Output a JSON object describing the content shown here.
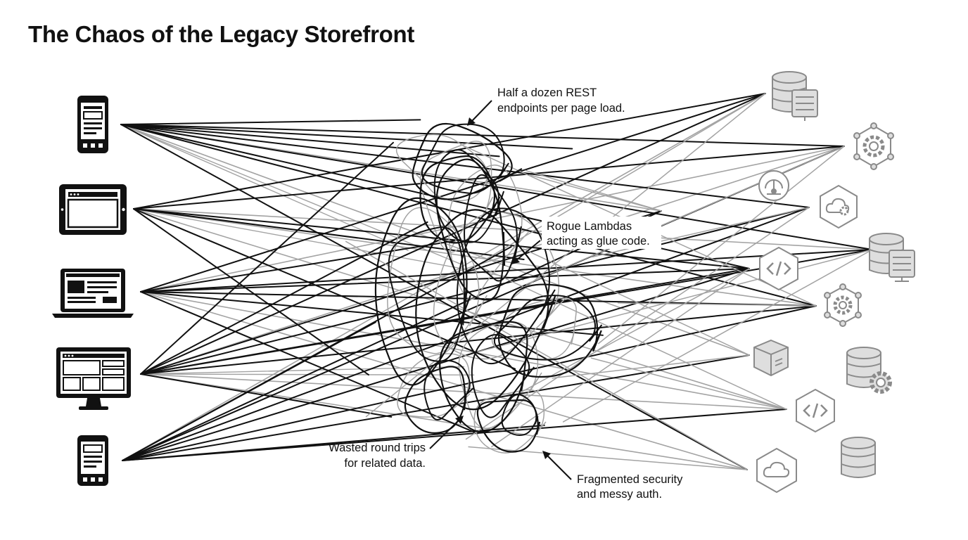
{
  "title": "The Chaos of the Legacy Storefront",
  "annotations": {
    "rest": [
      "Half a dozen REST",
      "endpoints per page load."
    ],
    "lambdas": [
      "Rogue Lambdas",
      "acting as glue code."
    ],
    "round_trips": [
      "Wasted round trips",
      "for related data."
    ],
    "security": [
      "Fragmented security",
      "and messy auth."
    ]
  },
  "clients": [
    {
      "name": "mobile-phone-icon"
    },
    {
      "name": "tablet-icon"
    },
    {
      "name": "laptop-icon"
    },
    {
      "name": "desktop-monitor-icon"
    },
    {
      "name": "mobile-phone-icon"
    }
  ],
  "services": [
    {
      "name": "database-server-icon"
    },
    {
      "name": "gear-network-icon"
    },
    {
      "name": "lambda-function-icon"
    },
    {
      "name": "cloud-gear-icon"
    },
    {
      "name": "database-server-icon"
    },
    {
      "name": "code-hexagon-icon"
    },
    {
      "name": "gear-network-icon"
    },
    {
      "name": "box-package-icon"
    },
    {
      "name": "database-gear-icon"
    },
    {
      "name": "code-hexagon-icon"
    },
    {
      "name": "database-icon"
    },
    {
      "name": "cloud-hexagon-icon"
    }
  ],
  "colors": {
    "black": "#111111",
    "gray_line": "#a3a3a3",
    "icon_gray": "#8a8a8a",
    "icon_fill": "#dedede"
  }
}
